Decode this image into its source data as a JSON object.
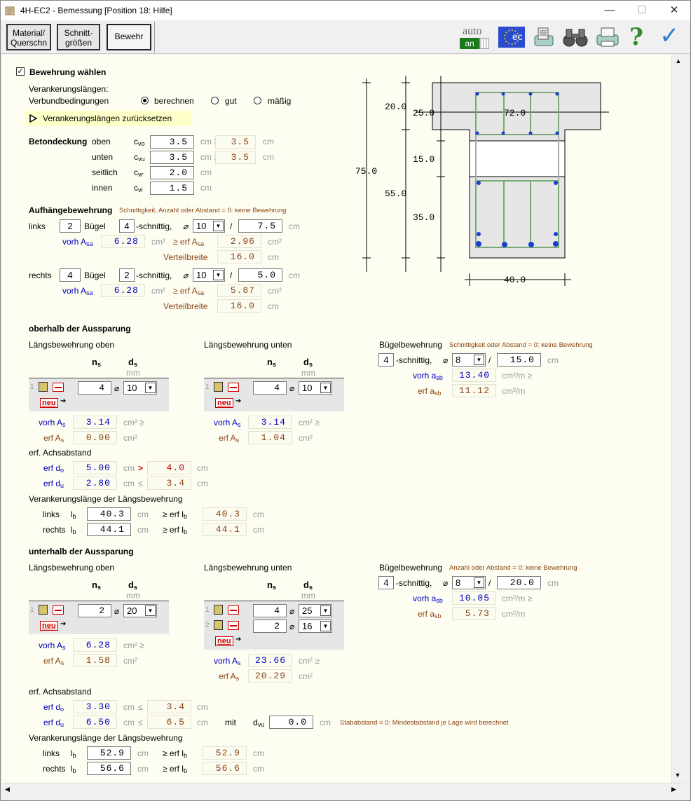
{
  "window": {
    "title": "4H-EC2 - Bemessung [Position 18: Hilfe]",
    "minimize": "—",
    "maximize": "☐",
    "close": "✕"
  },
  "tabs": [
    {
      "label": "Material/\nQuerschn"
    },
    {
      "label": "Schnitt-\ngrößen"
    },
    {
      "label": "Bewehr"
    }
  ],
  "toolbar": {
    "auto_top": "auto",
    "auto_bottom": "an",
    "ec_label": "ec"
  },
  "main": {
    "choose_label": "Bewehrung wählen",
    "anchor_label": "Verankerungslängen:",
    "bond_label": "Verbundbedingungen",
    "bond_options": [
      "berechnen",
      "gut",
      "mäßig"
    ],
    "reset_label": "Verankerungslängen zurücksetzen",
    "cover": {
      "title": "Betondeckung",
      "rows": [
        {
          "label": "oben",
          "sym": "c",
          "sub": "vo",
          "value": "3.5",
          "unit": "cm ≥",
          "min": "3.5",
          "unit2": "cm"
        },
        {
          "label": "unten",
          "sym": "c",
          "sub": "vu",
          "value": "3.5",
          "unit": "cm ≥",
          "min": "3.5",
          "unit2": "cm"
        },
        {
          "label": "seitlich",
          "sym": "c",
          "sub": "vr",
          "value": "2.0",
          "unit": "cm"
        },
        {
          "label": "innen",
          "sym": "c",
          "sub": "vi",
          "value": "1.5",
          "unit": "cm"
        }
      ]
    },
    "hang": {
      "title": "Aufhängebewehrung",
      "hint": "Schnittigkeit, Anzahl oder Abstand = 0: keine Bewehrung",
      "left": {
        "side": "links",
        "count": "2",
        "buegel": "Bügel",
        "cut": "4",
        "cut_label": "-schnittig,",
        "dia": "10",
        "slash": "/",
        "spacing": "7.5",
        "unit": "cm",
        "vorh": "6.28",
        "erf": "2.96",
        "verteil": "16.0"
      },
      "right": {
        "side": "rechts",
        "count": "4",
        "buegel": "Bügel",
        "cut": "2",
        "cut_label": "-schnittig,",
        "dia": "10",
        "slash": "/",
        "spacing": "5.0",
        "unit": "cm",
        "vorh": "6.28",
        "erf": "5.87",
        "verteil": "16.0"
      },
      "vorh_label": "vorh A",
      "erf_label": "≥ erf A",
      "verteil_label": "Verteilbreite",
      "cm2": "cm²",
      "cm": "cm"
    },
    "above": {
      "title": "oberhalb der Aussparung",
      "long_top": {
        "title": "Längsbewehrung oben",
        "ns": "n",
        "ds": "d",
        "mm": "mm",
        "rows": [
          {
            "n": "4",
            "d": "10"
          }
        ],
        "vorh": "3.14",
        "erf": "0.00"
      },
      "long_bot": {
        "title": "Längsbewehrung unten",
        "ns": "n",
        "ds": "d",
        "mm": "mm",
        "rows": [
          {
            "n": "4",
            "d": "10"
          }
        ],
        "vorh": "3.14",
        "erf": "1.04"
      },
      "stirrup": {
        "title": "Bügelbewehrung",
        "hint": "Schnittigkeit oder Abstand = 0: keine Bewehrung",
        "cut": "4",
        "dia": "8",
        "spacing": "15.0",
        "vorh": "13.40",
        "erf": "11.12",
        "unit": "cm²/m ≥",
        "unit2": "cm²/m"
      },
      "achs_title": "erf. Achsabstand",
      "do": "5.00",
      "do_cmp": ">",
      "do_max": "4.0",
      "du": "2.80",
      "du_cmp": "≤",
      "du_max": "3.4",
      "anch_title": "Verankerungslänge der Längsbewehrung",
      "lb_left": "40.3",
      "lb_left_erf": "40.3",
      "lb_right": "44.1",
      "lb_right_erf": "44.1"
    },
    "below": {
      "title": "unterhalb der Aussparung",
      "long_top": {
        "title": "Längsbewehrung oben",
        "rows": [
          {
            "n": "2",
            "d": "20"
          }
        ],
        "vorh": "6.28",
        "erf": "1.58"
      },
      "long_bot": {
        "title": "Längsbewehrung unten",
        "rows": [
          {
            "n": "4",
            "d": "25"
          },
          {
            "n": "2",
            "d": "16"
          }
        ],
        "vorh": "23.66",
        "erf": "20.29"
      },
      "stirrup": {
        "title": "Bügelbewehrung",
        "hint": "Anzahl oder Abstand = 0: keine Bewehrung",
        "cut": "4",
        "dia": "8",
        "spacing": "20.0",
        "vorh": "10.05",
        "erf": "5.73"
      },
      "achs_title": "erf. Achsabstand",
      "do": "3.30",
      "do_cmp": "≤",
      "do_max": "3.4",
      "du": "6.50",
      "du_cmp": "≤",
      "du_max": "6.5",
      "mit": "mit",
      "dvu_label": "d",
      "dvu_value": "0.0",
      "dvu_hint": "Stababstand = 0: Mindestabstand je Lage wird berechnet",
      "anch_title": "Verankerungslänge der Längsbewehrung",
      "lb_left": "52.9",
      "lb_left_erf": "52.9",
      "lb_right": "56.6",
      "lb_right_erf": "56.6"
    },
    "labels": {
      "links": "links",
      "rechts": "rechts",
      "l": "l",
      "erf_l": "≥ erf l",
      "vorh_A": "vorh A",
      "erf_A": "erf A",
      "vorh_a": "vorh a",
      "erf_a": "erf a",
      "erf_d": "erf d",
      "cm": "cm",
      "cm2": "cm²",
      "cm2_ge": "cm² ≥",
      "cut": "-schnittig,",
      "slash": "/",
      "neu": "neu"
    }
  },
  "drawing": {
    "dims": {
      "d20": "20.0",
      "d25": "25.0",
      "d72": "72.0",
      "d75": "75.0",
      "d15": "15.0",
      "d55": "55.0",
      "d35": "35.0",
      "d40": "40.0"
    }
  }
}
